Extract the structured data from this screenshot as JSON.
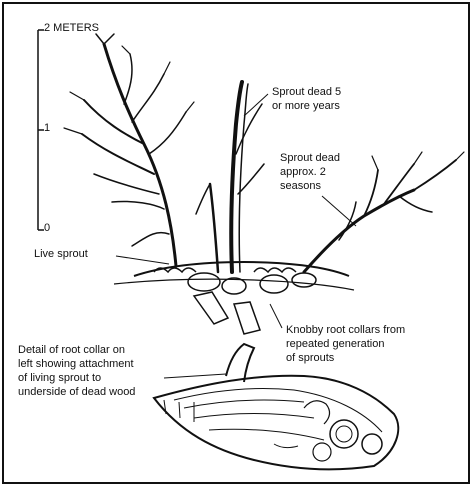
{
  "scale": {
    "top_label": "2 METERS",
    "mid_label": "1",
    "bottom_label": "0"
  },
  "labels": {
    "sprout_dead_5": [
      "Sprout dead 5",
      "or more years"
    ],
    "sprout_dead_2": [
      "Sprout dead",
      "approx. 2",
      "seasons"
    ],
    "live_sprout": "Live sprout",
    "knobby": [
      "Knobby root collars from",
      "repeated generation",
      "of sprouts"
    ],
    "detail": [
      "Detail of root collar on",
      "left showing attachment",
      "of living sprout to",
      "underside of dead wood"
    ]
  },
  "colors": {
    "ink": "#111111",
    "background": "#ffffff"
  }
}
